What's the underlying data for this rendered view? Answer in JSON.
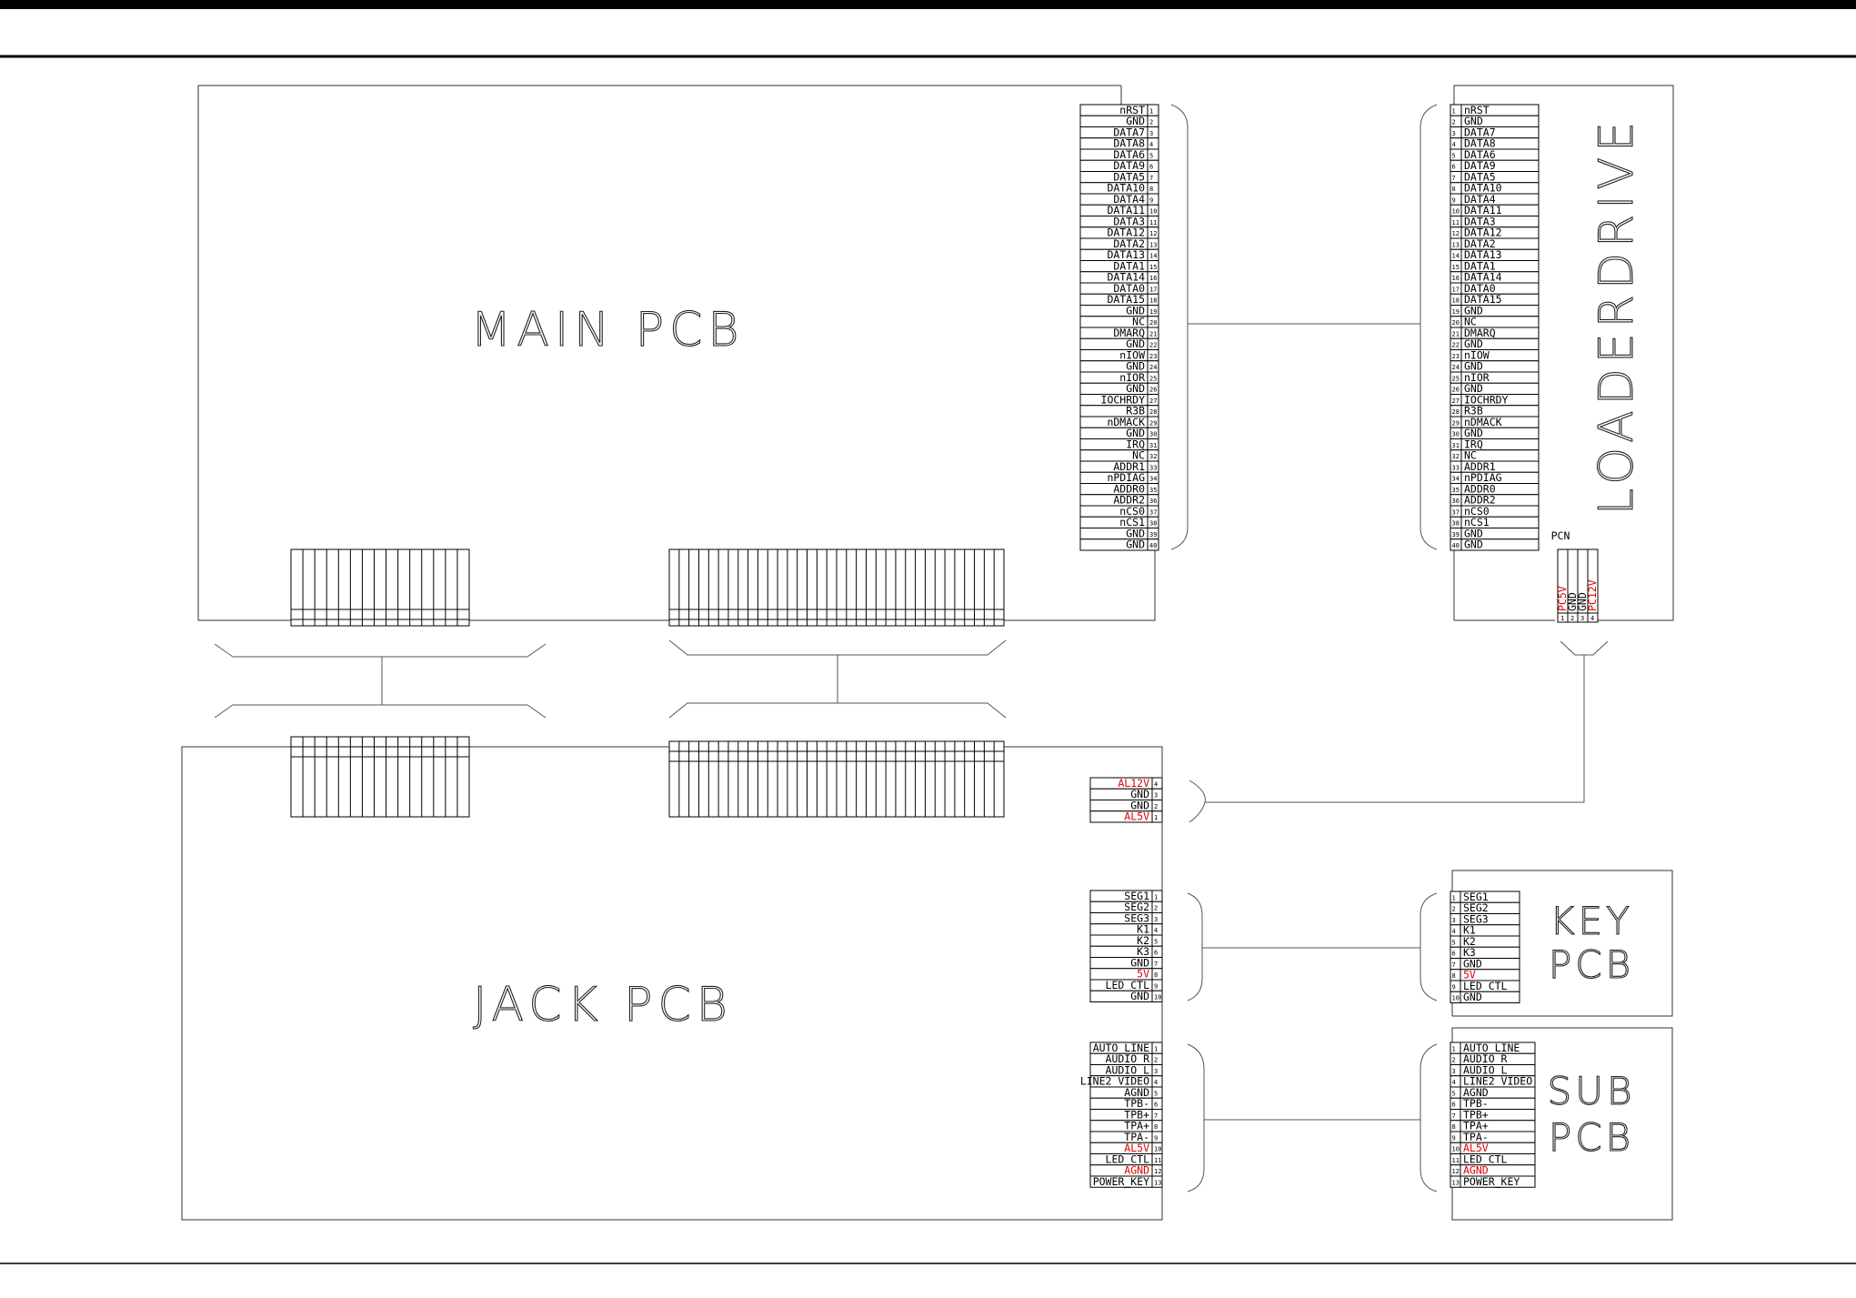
{
  "boards": {
    "main": "MAIN PCB",
    "jack": "JACK PCB",
    "loader_1": "LOADER",
    "loader_2": "DRIVE",
    "key_1": "KEY",
    "key_2": "PCB",
    "sub_1": "SUB",
    "sub_2": "PCB"
  },
  "pcn": {
    "title": "PCN",
    "pins": [
      {
        "num": "1",
        "label": "PC5V",
        "red": true
      },
      {
        "num": "2",
        "label": "GND",
        "red": false
      },
      {
        "num": "3",
        "label": "GND",
        "red": false
      },
      {
        "num": "4",
        "label": "PC12V",
        "red": true
      }
    ]
  },
  "main_connector": [
    "nRST",
    "GND",
    "DATA7",
    "DATA8",
    "DATA6",
    "DATA9",
    "DATA5",
    "DATA10",
    "DATA4",
    "DATA11",
    "DATA3",
    "DATA12",
    "DATA2",
    "DATA13",
    "DATA1",
    "DATA14",
    "DATA0",
    "DATA15",
    "GND",
    "NC",
    "DMARQ",
    "GND",
    "nIOW",
    "GND",
    "nIOR",
    "GND",
    "IOCHRDY",
    "R3B",
    "nDMACK",
    "GND",
    "IRQ",
    "NC",
    "ADDR1",
    "nPDIAG",
    "ADDR0",
    "ADDR2",
    "nCS0",
    "nCS1",
    "GND",
    "GND"
  ],
  "loader_connector": [
    "nRST",
    "GND",
    "DATA7",
    "DATA8",
    "DATA6",
    "DATA9",
    "DATA5",
    "DATA10",
    "DATA4",
    "DATA11",
    "DATA3",
    "DATA12",
    "DATA2",
    "DATA13",
    "DATA1",
    "DATA14",
    "DATA0",
    "DATA15",
    "GND",
    "NC",
    "DMARQ",
    "GND",
    "nIOW",
    "GND",
    "nIOR",
    "GND",
    "IOCHRDY",
    "R3B",
    "nDMACK",
    "GND",
    "IRQ",
    "NC",
    "ADDR1",
    "nPDIAG",
    "ADDR0",
    "ADDR2",
    "nCS0",
    "nCS1",
    "GND",
    "GND"
  ],
  "power_connector": [
    {
      "num": "4",
      "label": "AL12V",
      "red": true
    },
    {
      "num": "3",
      "label": "GND",
      "red": false
    },
    {
      "num": "2",
      "label": "GND",
      "red": false
    },
    {
      "num": "1",
      "label": "AL5V",
      "red": true
    }
  ],
  "key_connector": [
    {
      "num": "1",
      "label": "SEG1",
      "red": false
    },
    {
      "num": "2",
      "label": "SEG2",
      "red": false
    },
    {
      "num": "3",
      "label": "SEG3",
      "red": false
    },
    {
      "num": "4",
      "label": "K1",
      "red": false
    },
    {
      "num": "5",
      "label": "K2",
      "red": false
    },
    {
      "num": "6",
      "label": "K3",
      "red": false
    },
    {
      "num": "7",
      "label": "GND",
      "red": false
    },
    {
      "num": "8",
      "label": "5V",
      "red": true
    },
    {
      "num": "9",
      "label": "LED_CTL",
      "red": false
    },
    {
      "num": "10",
      "label": "GND",
      "red": false
    }
  ],
  "sub_connector": [
    {
      "num": "1",
      "label": "AUTO_LINE",
      "red": false
    },
    {
      "num": "2",
      "label": "AUDIO_R",
      "red": false
    },
    {
      "num": "3",
      "label": "AUDIO_L",
      "red": false
    },
    {
      "num": "4",
      "label": "LINE2_VIDEO",
      "red": false
    },
    {
      "num": "5",
      "label": "AGND",
      "red": false
    },
    {
      "num": "6",
      "label": "TPB-",
      "red": false
    },
    {
      "num": "7",
      "label": "TPB+",
      "red": false
    },
    {
      "num": "8",
      "label": "TPA+",
      "red": false
    },
    {
      "num": "9",
      "label": "TPA-",
      "red": false
    },
    {
      "num": "10",
      "label": "AL5V",
      "red": true
    },
    {
      "num": "11",
      "label": "LED_CTL",
      "red": false
    },
    {
      "num": "12",
      "label": "AGND",
      "red": true
    },
    {
      "num": "13",
      "label": "POWER_KEY",
      "red": false
    }
  ]
}
